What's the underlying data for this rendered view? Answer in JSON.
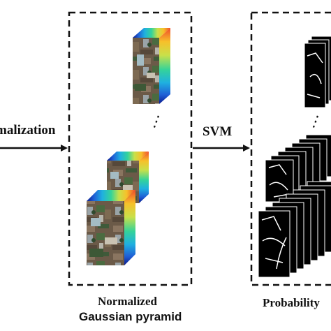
{
  "arrows": {
    "input_label": "malization",
    "classifier_label": "SVM"
  },
  "panels": {
    "pyramid_caption_line1": "Normalized",
    "pyramid_caption_line2": "Gaussian pyramid",
    "probability_caption": "Probability"
  },
  "ellipsis": "⋮",
  "colors": {
    "border": "#111111",
    "arrow": "#111111",
    "cube_spectrum": [
      "#0a1a8c",
      "#1f5fd6",
      "#1fb0e0",
      "#34d39a",
      "#c8e04a",
      "#f7c02a",
      "#ef4a2a"
    ],
    "image_base": "#6b5a48",
    "map_background": "#000000",
    "map_lines": "#ffffff"
  }
}
